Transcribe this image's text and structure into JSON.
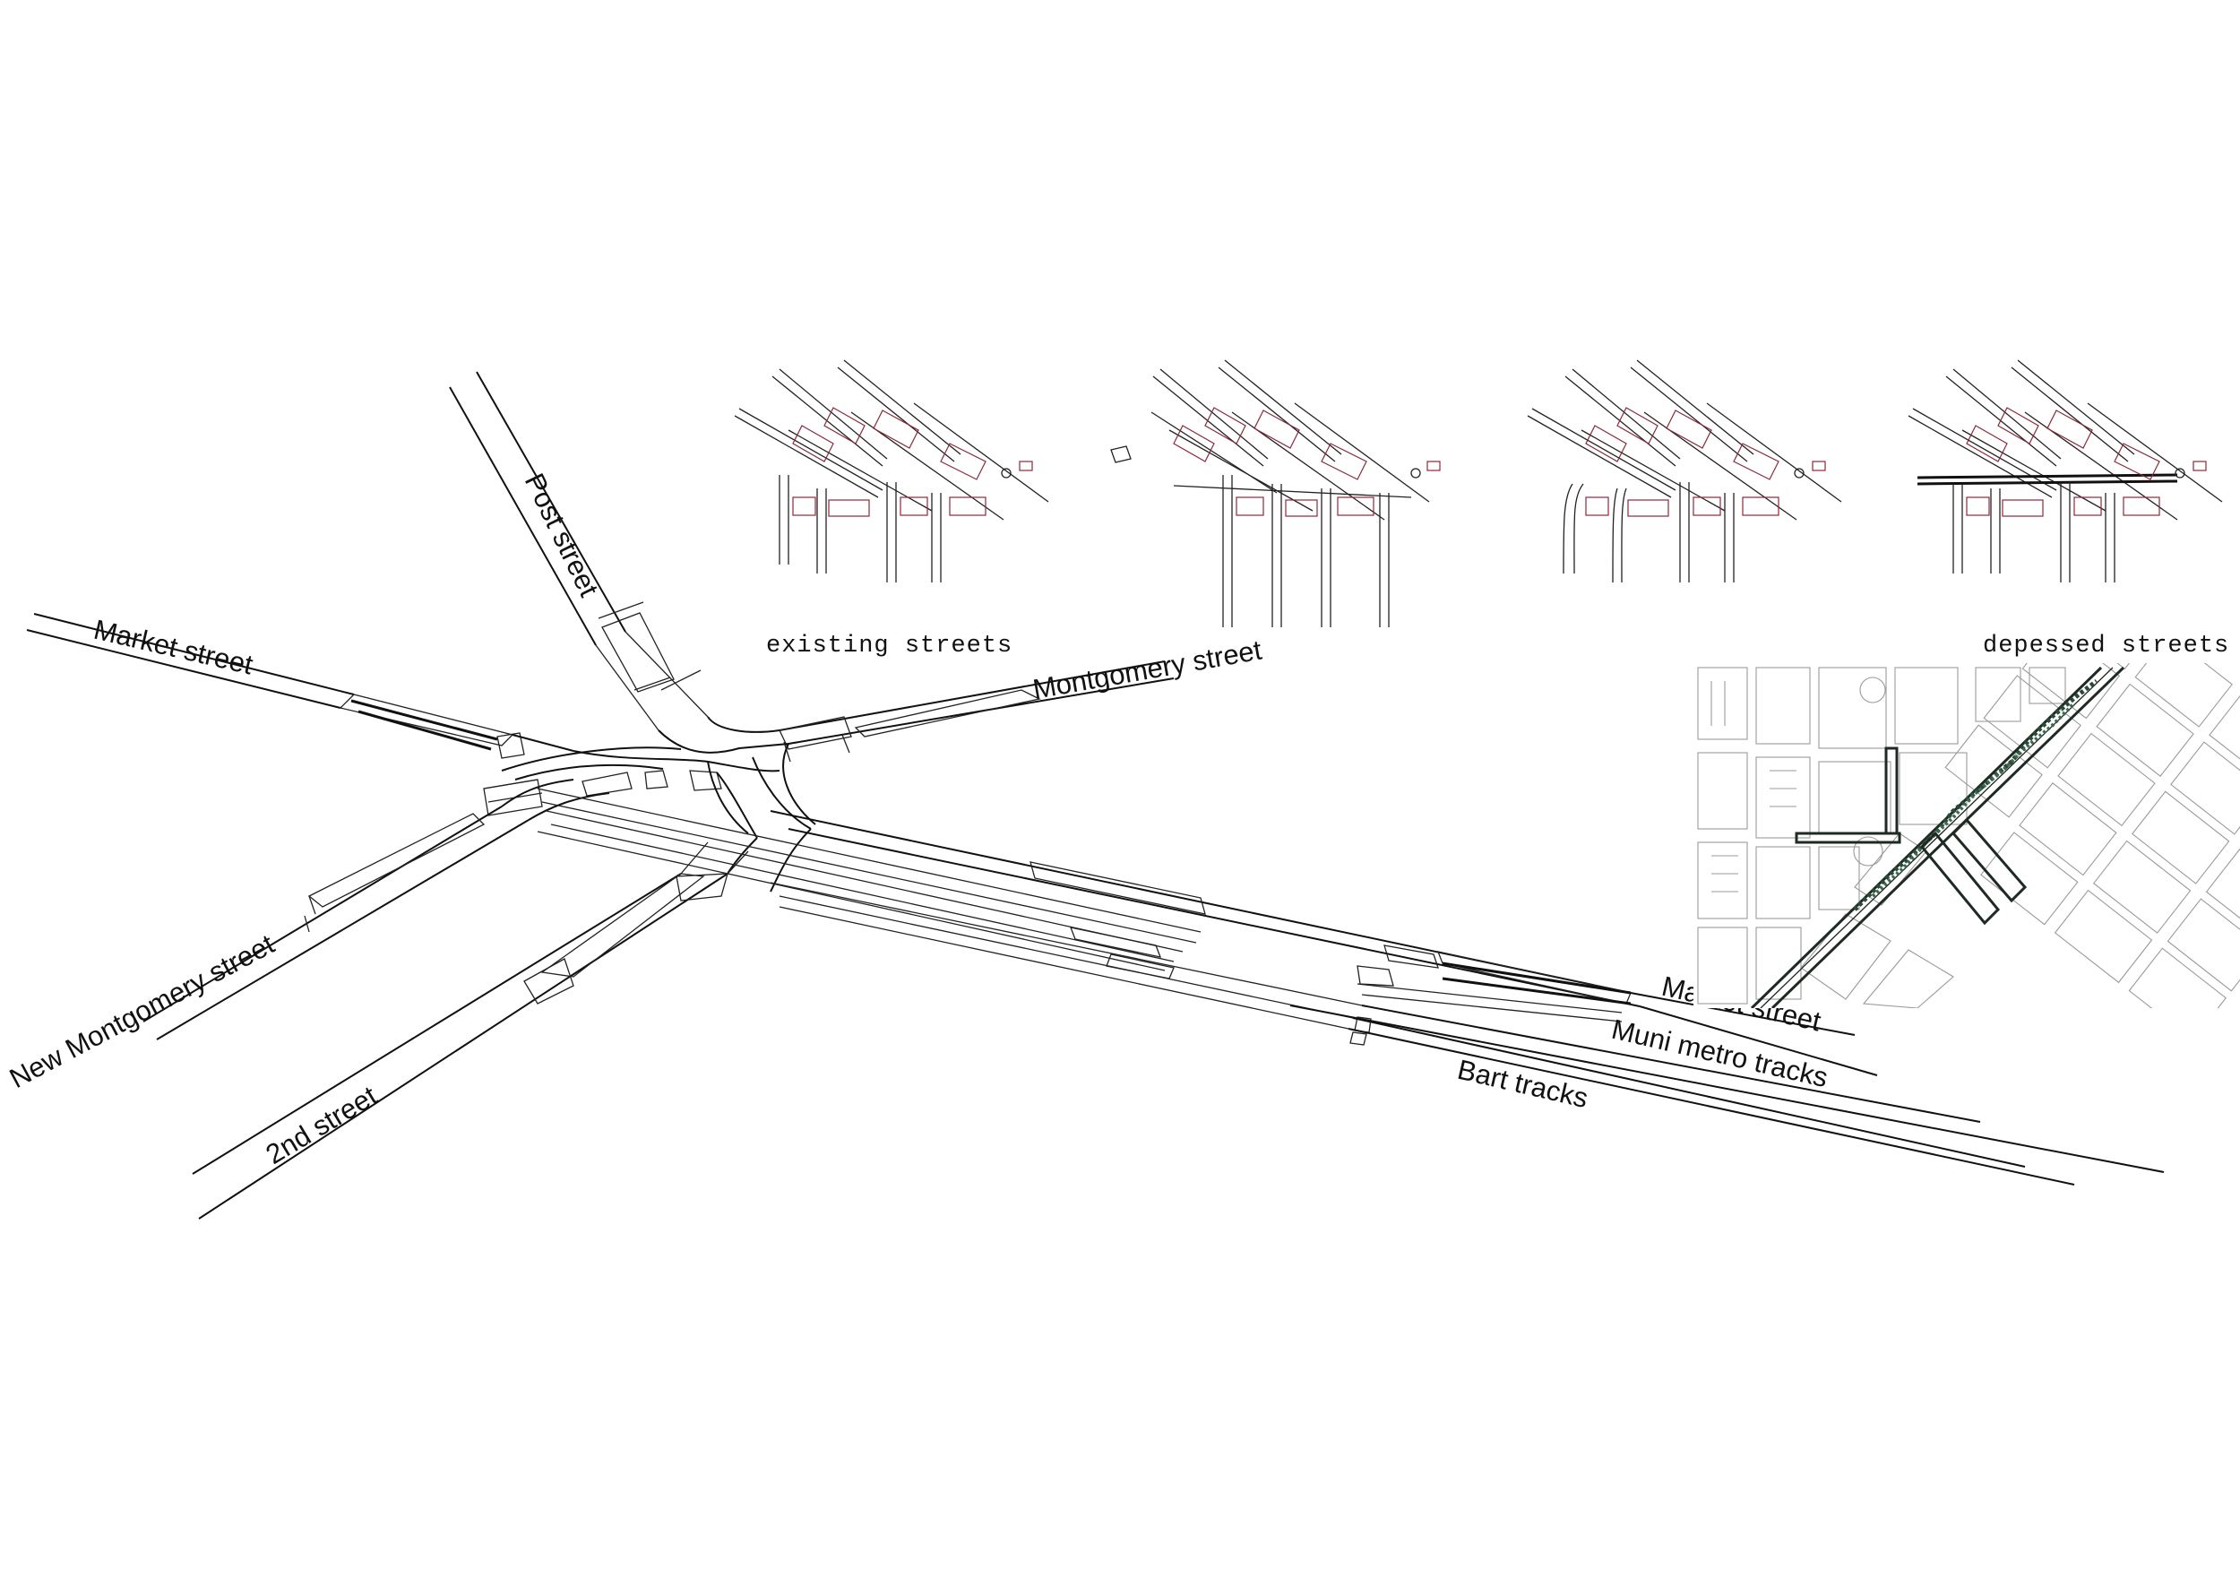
{
  "labels": {
    "post_street": "Post street",
    "market_street_west": "Market street",
    "montgomery_street": "Montgomery street",
    "new_montgomery_street": "New Montgomery street",
    "second_street": "2nd street",
    "market_street_east": "Market street",
    "muni_metro_tracks": "Muni metro tracks",
    "bart_tracks": "Bart tracks"
  },
  "captions": {
    "existing": "existing streets",
    "depressed": "depessed streets"
  },
  "colors": {
    "lines": "#111111",
    "building_outlines": "#8a2a3a",
    "map_blocks": "#9a9a9a",
    "depressed_highlight": "#1e2a22"
  }
}
